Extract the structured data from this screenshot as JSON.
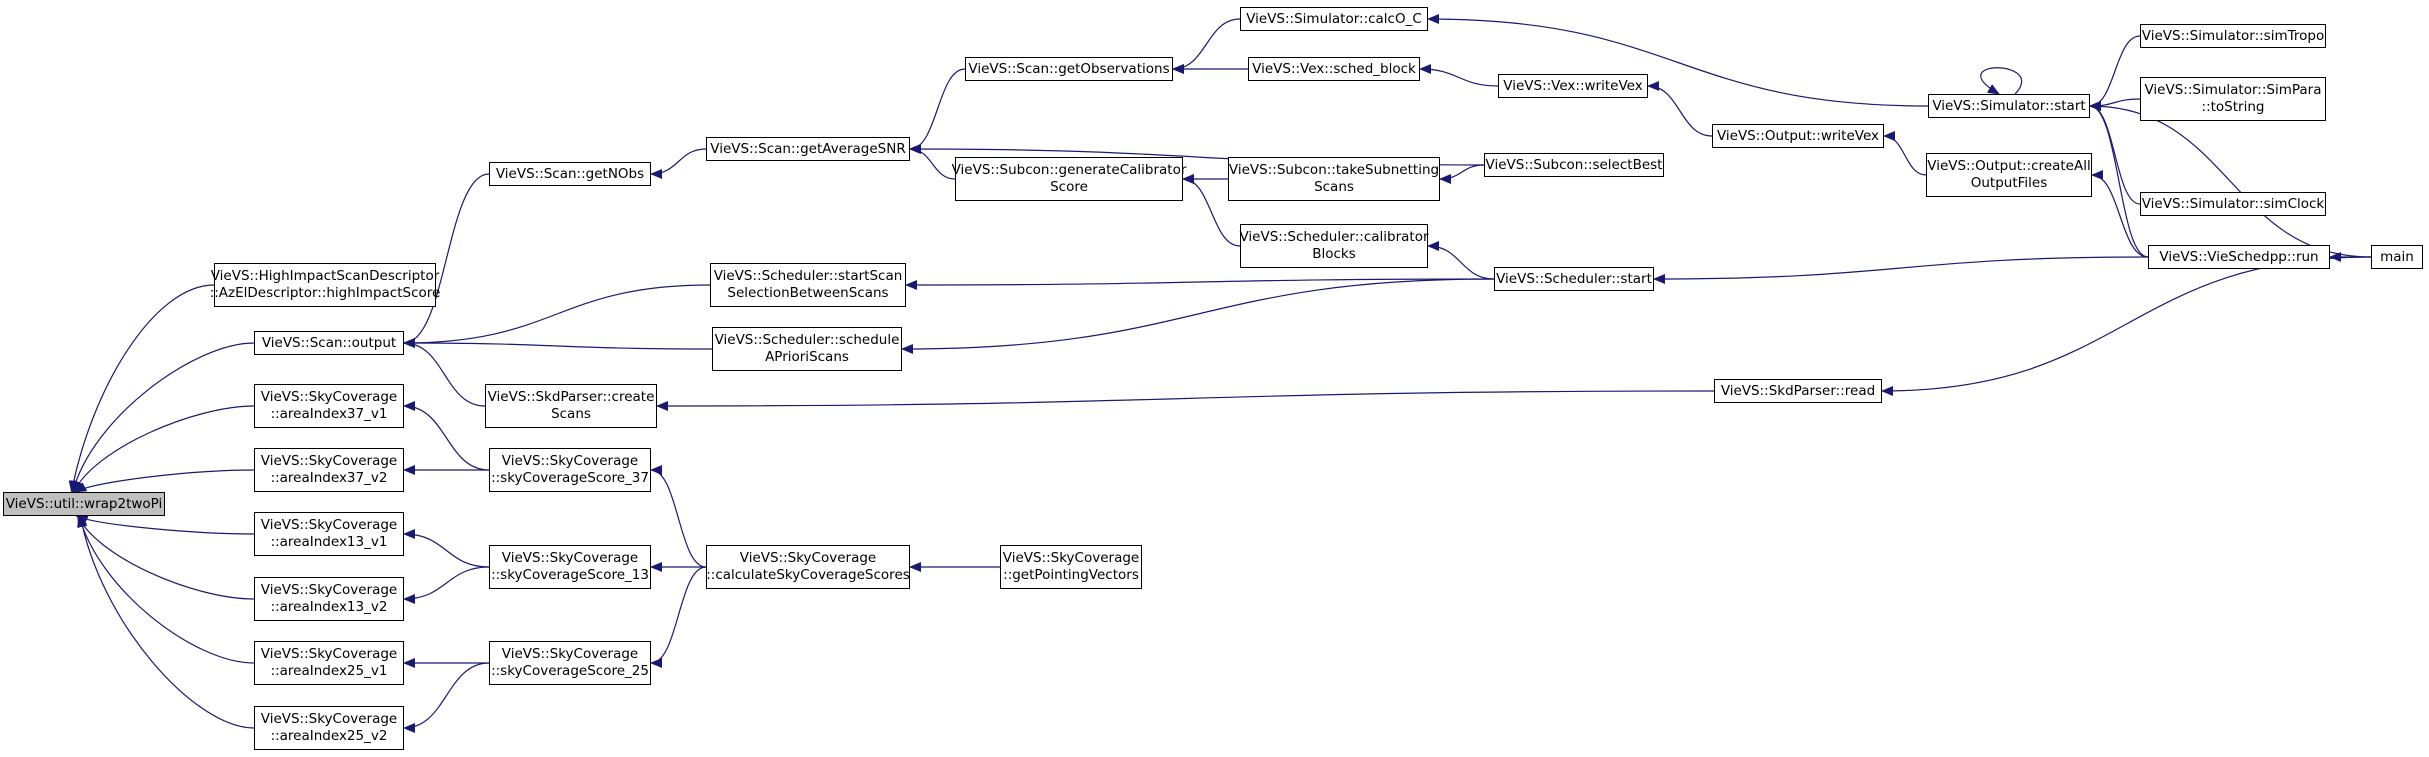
{
  "graph": {
    "colors": {
      "edge": "#191970",
      "node_border": "#000000",
      "node_fill": "#ffffff",
      "root_fill": "#bfbfbf"
    },
    "nodes": [
      {
        "id": "wrap2twoPi",
        "lines": [
          "VieVS::util::wrap2twoPi"
        ],
        "root": true
      },
      {
        "id": "highImpactScore",
        "lines": [
          "VieVS::HighImpactScanDescriptor",
          "::AzElDescriptor::highImpactScore"
        ]
      },
      {
        "id": "scanOutput",
        "lines": [
          "VieVS::Scan::output"
        ]
      },
      {
        "id": "areaIndex37_v1",
        "lines": [
          "VieVS::SkyCoverage",
          "::areaIndex37_v1"
        ]
      },
      {
        "id": "areaIndex37_v2",
        "lines": [
          "VieVS::SkyCoverage",
          "::areaIndex37_v2"
        ]
      },
      {
        "id": "areaIndex13_v1",
        "lines": [
          "VieVS::SkyCoverage",
          "::areaIndex13_v1"
        ]
      },
      {
        "id": "areaIndex13_v2",
        "lines": [
          "VieVS::SkyCoverage",
          "::areaIndex13_v2"
        ]
      },
      {
        "id": "areaIndex25_v1",
        "lines": [
          "VieVS::SkyCoverage",
          "::areaIndex25_v1"
        ]
      },
      {
        "id": "areaIndex25_v2",
        "lines": [
          "VieVS::SkyCoverage",
          "::areaIndex25_v2"
        ]
      },
      {
        "id": "getNObs",
        "lines": [
          "VieVS::Scan::getNObs"
        ]
      },
      {
        "id": "skdCreateScans",
        "lines": [
          "VieVS::SkdParser::create",
          "Scans"
        ]
      },
      {
        "id": "skyCoverageScore_37",
        "lines": [
          "VieVS::SkyCoverage",
          "::skyCoverageScore_37"
        ]
      },
      {
        "id": "skyCoverageScore_13",
        "lines": [
          "VieVS::SkyCoverage",
          "::skyCoverageScore_13"
        ]
      },
      {
        "id": "skyCoverageScore_25",
        "lines": [
          "VieVS::SkyCoverage",
          "::skyCoverageScore_25"
        ]
      },
      {
        "id": "getAverageSNR",
        "lines": [
          "VieVS::Scan::getAverageSNR"
        ]
      },
      {
        "id": "startScanSelection",
        "lines": [
          "VieVS::Scheduler::startScan",
          "SelectionBetweenScans"
        ]
      },
      {
        "id": "scheduleAPriori",
        "lines": [
          "VieVS::Scheduler::schedule",
          "APrioriScans"
        ]
      },
      {
        "id": "calculateSkyCoverageScores",
        "lines": [
          "VieVS::SkyCoverage",
          "::calculateSkyCoverageScores"
        ]
      },
      {
        "id": "getObservations",
        "lines": [
          "VieVS::Scan::getObservations"
        ]
      },
      {
        "id": "generateCalibratorScore",
        "lines": [
          "VieVS::Subcon::generateCalibrator",
          "Score"
        ]
      },
      {
        "id": "getPointingVectors",
        "lines": [
          "VieVS::SkyCoverage",
          "::getPointingVectors"
        ]
      },
      {
        "id": "calcO_C",
        "lines": [
          "VieVS::Simulator::calcO_C"
        ]
      },
      {
        "id": "sched_block",
        "lines": [
          "VieVS::Vex::sched_block"
        ]
      },
      {
        "id": "takeSubnettingScans",
        "lines": [
          "VieVS::Subcon::takeSubnetting",
          "Scans"
        ]
      },
      {
        "id": "calibratorBlocks",
        "lines": [
          "VieVS::Scheduler::calibrator",
          "Blocks"
        ]
      },
      {
        "id": "writeVexVex",
        "lines": [
          "VieVS::Vex::writeVex"
        ]
      },
      {
        "id": "selectBest",
        "lines": [
          "VieVS::Subcon::selectBest"
        ]
      },
      {
        "id": "schedulerStart",
        "lines": [
          "VieVS::Scheduler::start"
        ]
      },
      {
        "id": "outputWriteVex",
        "lines": [
          "VieVS::Output::writeVex"
        ]
      },
      {
        "id": "skdRead",
        "lines": [
          "VieVS::SkdParser::read"
        ]
      },
      {
        "id": "simulatorStart",
        "lines": [
          "VieVS::Simulator::start"
        ]
      },
      {
        "id": "createAllOutputFiles",
        "lines": [
          "VieVS::Output::createAll",
          "OutputFiles"
        ]
      },
      {
        "id": "vieSchedppRun",
        "lines": [
          "VieVS::VieSchedpp::run"
        ]
      },
      {
        "id": "simTropo",
        "lines": [
          "VieVS::Simulator::simTropo"
        ]
      },
      {
        "id": "simParaToString",
        "lines": [
          "VieVS::Simulator::SimPara",
          "::toString"
        ]
      },
      {
        "id": "simClock",
        "lines": [
          "VieVS::Simulator::simClock"
        ]
      },
      {
        "id": "main",
        "lines": [
          "main"
        ]
      }
    ],
    "edges": [
      [
        "highImpactScore",
        "wrap2twoPi"
      ],
      [
        "scanOutput",
        "wrap2twoPi"
      ],
      [
        "areaIndex37_v1",
        "wrap2twoPi"
      ],
      [
        "areaIndex37_v2",
        "wrap2twoPi"
      ],
      [
        "areaIndex13_v1",
        "wrap2twoPi"
      ],
      [
        "areaIndex13_v2",
        "wrap2twoPi"
      ],
      [
        "areaIndex25_v1",
        "wrap2twoPi"
      ],
      [
        "areaIndex25_v2",
        "wrap2twoPi"
      ],
      [
        "getNObs",
        "scanOutput"
      ],
      [
        "startScanSelection",
        "scanOutput"
      ],
      [
        "scheduleAPriori",
        "scanOutput"
      ],
      [
        "skdCreateScans",
        "scanOutput"
      ],
      [
        "skyCoverageScore_37",
        "areaIndex37_v1"
      ],
      [
        "skyCoverageScore_37",
        "areaIndex37_v2"
      ],
      [
        "skyCoverageScore_13",
        "areaIndex13_v1"
      ],
      [
        "skyCoverageScore_13",
        "areaIndex13_v2"
      ],
      [
        "skyCoverageScore_25",
        "areaIndex25_v1"
      ],
      [
        "skyCoverageScore_25",
        "areaIndex25_v2"
      ],
      [
        "getAverageSNR",
        "getNObs"
      ],
      [
        "calculateSkyCoverageScores",
        "skyCoverageScore_37"
      ],
      [
        "calculateSkyCoverageScores",
        "skyCoverageScore_13"
      ],
      [
        "calculateSkyCoverageScores",
        "skyCoverageScore_25"
      ],
      [
        "getPointingVectors",
        "calculateSkyCoverageScores"
      ],
      [
        "getObservations",
        "getAverageSNR"
      ],
      [
        "generateCalibratorScore",
        "getAverageSNR"
      ],
      [
        "selectBest",
        "getAverageSNR"
      ],
      [
        "calcO_C",
        "getObservations"
      ],
      [
        "sched_block",
        "getObservations"
      ],
      [
        "takeSubnettingScans",
        "generateCalibratorScore"
      ],
      [
        "calibratorBlocks",
        "generateCalibratorScore"
      ],
      [
        "writeVexVex",
        "sched_block"
      ],
      [
        "selectBest",
        "takeSubnettingScans"
      ],
      [
        "schedulerStart",
        "calibratorBlocks"
      ],
      [
        "schedulerStart",
        "startScanSelection"
      ],
      [
        "schedulerStart",
        "scheduleAPriori"
      ],
      [
        "outputWriteVex",
        "writeVexVex"
      ],
      [
        "createAllOutputFiles",
        "outputWriteVex"
      ],
      [
        "skdRead",
        "skdCreateScans"
      ],
      [
        "simulatorStart",
        "calcO_C"
      ],
      [
        "simulatorStart",
        "simulatorStart"
      ],
      [
        "vieSchedppRun",
        "createAllOutputFiles"
      ],
      [
        "vieSchedppRun",
        "schedulerStart"
      ],
      [
        "vieSchedppRun",
        "simulatorStart"
      ],
      [
        "simTropo",
        "simulatorStart"
      ],
      [
        "simParaToString",
        "simulatorStart"
      ],
      [
        "simClock",
        "simulatorStart"
      ],
      [
        "main",
        "vieSchedppRun"
      ],
      [
        "main",
        "simulatorStart"
      ],
      [
        "main",
        "skdRead"
      ]
    ]
  }
}
